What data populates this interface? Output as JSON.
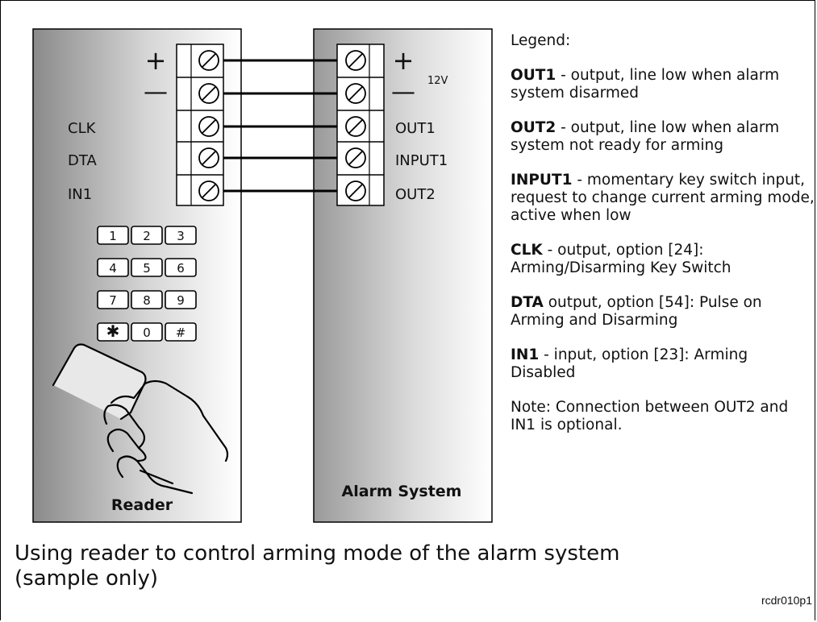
{
  "reader": {
    "title": "Reader",
    "terminal_symbols": [
      "+",
      "—"
    ],
    "terminal_labels": [
      "CLK",
      "DTA",
      "IN1"
    ],
    "keys": [
      "1",
      "2",
      "3",
      "4",
      "5",
      "6",
      "7",
      "8",
      "9",
      "✱",
      "0",
      "#"
    ]
  },
  "alarm": {
    "title": "Alarm System",
    "terminal_symbols": [
      "+",
      "—"
    ],
    "voltage": "12V",
    "terminal_labels": [
      "OUT1",
      "INPUT1",
      "OUT2"
    ]
  },
  "legend": {
    "title": "Legend:",
    "items": [
      {
        "term": "OUT1",
        "text": " - output, line low when alarm system disarmed"
      },
      {
        "term": "OUT2",
        "text": " - output, line low when alarm system not ready for arming"
      },
      {
        "term": "INPUT1",
        "text": " - momentary key switch input, request to change current arming mode, active when low"
      },
      {
        "term": "CLK",
        "text": " - output, option [24]: Arming/Disarming Key Switch"
      },
      {
        "term": "DTA",
        "text": " output, option [54]: Pulse on Arming and Disarming"
      },
      {
        "term": "IN1",
        "text": " - input, option [23]: Arming Disabled"
      },
      {
        "term": "",
        "text": "Note: Connection between OUT2 and IN1 is optional."
      }
    ]
  },
  "caption": {
    "line1": "Using reader to control arming mode of the alarm system",
    "line2": "(sample only)"
  },
  "code": "rcdr010p1"
}
